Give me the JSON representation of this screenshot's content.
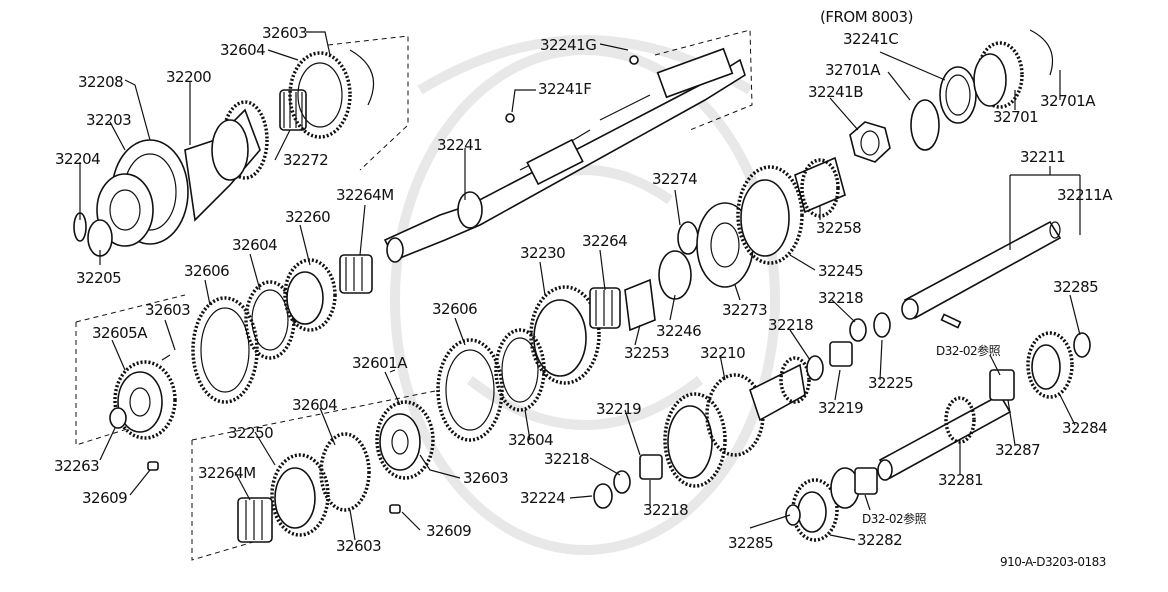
{
  "diagram": {
    "labels": {
      "p32603_a": "32603",
      "p32604_a": "32604",
      "p32208": "32208",
      "p32200": "32200",
      "p32203": "32203",
      "p32204": "32204",
      "p32205": "32205",
      "p32272": "32272",
      "p32241G": "32241G",
      "p32241F": "32241F",
      "p32241": "32241",
      "from_note": "(FROM 8003)",
      "p32241C": "32241C",
      "p32701A_a": "32701A",
      "p32241B": "32241B",
      "p32701A_b": "32701A",
      "p32701": "32701",
      "p32211": "32211",
      "p32211A": "32211A",
      "p32264M_a": "32264M",
      "p32260": "32260",
      "p32604_b": "32604",
      "p32606_a": "32606",
      "p32603_b": "32603",
      "p32605A": "32605A",
      "p32263": "32263",
      "p32609_a": "32609",
      "p32274": "32274",
      "p32258": "32258",
      "p32230": "32230",
      "p32264": "32264",
      "p32245": "32245",
      "p32273": "32273",
      "p32246": "32246",
      "p32253": "32253",
      "p32606_b": "32606",
      "p32601A": "32601A",
      "p32604_c": "32604",
      "p32210": "32210",
      "p32218_a": "32218",
      "p32218_b": "32218",
      "ref_d32_a": "D32-02参照",
      "p32225": "32225",
      "p32219_a": "32219",
      "p32285_a": "32285",
      "p32604_d": "32604",
      "p32250": "32250",
      "p32264M_b": "32264M",
      "p32603_c": "32603",
      "p32609_b": "32609",
      "p32603_d": "32603",
      "p32219_b": "32219",
      "p32218_c": "32218",
      "p32224": "32224",
      "p32218_d": "32218",
      "p32287": "32287",
      "p32284": "32284",
      "p32281": "32281",
      "ref_d32_b": "D32-02参照",
      "p32285_b": "32285",
      "p32282": "32282",
      "diagram_code": "910-A-D3203-0183"
    }
  }
}
